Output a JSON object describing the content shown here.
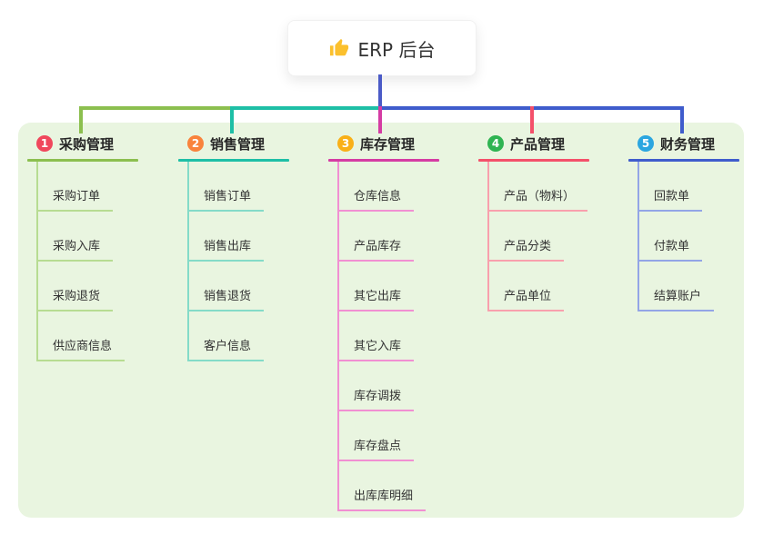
{
  "root": {
    "title": "ERP 后台",
    "icon": "thumbs-up-icon"
  },
  "canvas": {
    "background": "#e9f5e0"
  },
  "connector_color": "#4b5bc7",
  "branches": [
    {
      "badge": "1",
      "badge_color": "#f0475c",
      "color": "#8cbf4f",
      "light_color": "#b7dc92",
      "title": "采购管理",
      "children": [
        "采购订单",
        "采购入库",
        "采购退货",
        "供应商信息"
      ]
    },
    {
      "badge": "2",
      "badge_color": "#f9833c",
      "color": "#1ebfa6",
      "light_color": "#84dbc8",
      "title": "销售管理",
      "children": [
        "销售订单",
        "销售出库",
        "销售退货",
        "客户信息"
      ]
    },
    {
      "badge": "3",
      "badge_color": "#f9b017",
      "color": "#d53ca3",
      "light_color": "#f18fd2",
      "title": "库存管理",
      "children": [
        "仓库信息",
        "产品库存",
        "其它出库",
        "其它入库",
        "库存调拨",
        "库存盘点",
        "出库库明细"
      ]
    },
    {
      "badge": "4",
      "badge_color": "#2fb452",
      "color": "#f4506a",
      "light_color": "#f8a0ad",
      "title": "产品管理",
      "children": [
        "产品（物料）",
        "产品分类",
        "产品单位"
      ]
    },
    {
      "badge": "5",
      "badge_color": "#2ba6e0",
      "color": "#3f5ccc",
      "light_color": "#93a5e6",
      "title": "财务管理",
      "children": [
        "回款单",
        "付款单",
        "结算账户"
      ]
    }
  ]
}
